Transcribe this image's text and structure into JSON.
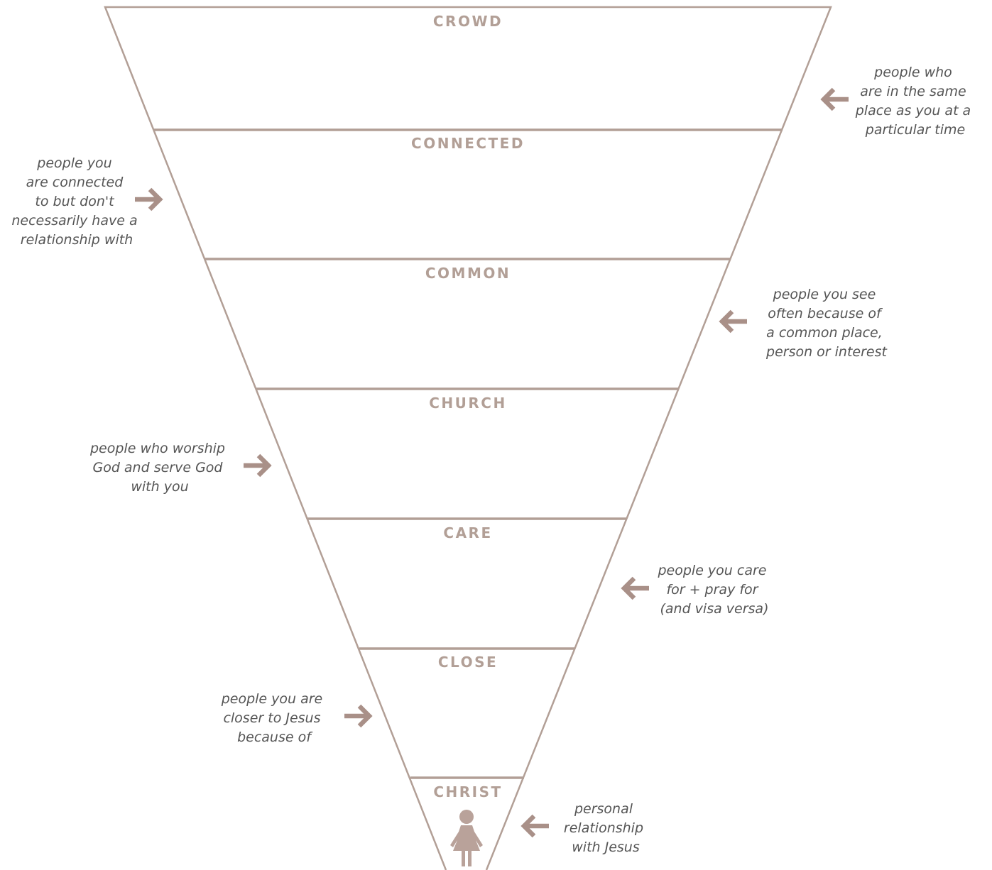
{
  "colors": {
    "funnel": "#b29f96",
    "label": "#b29f96",
    "arrow": "#a99088",
    "description_text": "#555555",
    "person_icon": "#b9a29a"
  },
  "levels": [
    {
      "label": "CROWD"
    },
    {
      "label": "CONNECTED"
    },
    {
      "label": "COMMON"
    },
    {
      "label": "CHURCH"
    },
    {
      "label": "CARE"
    },
    {
      "label": "CLOSE"
    },
    {
      "label": "CHRIST"
    }
  ],
  "descriptions": [
    {
      "side": "right",
      "lines": [
        "people who",
        "are in the same",
        "place as you at a",
        "particular time"
      ]
    },
    {
      "side": "left",
      "lines": [
        "people you",
        "are connected",
        "to but don't",
        "necessarily have a",
        "relationship with"
      ]
    },
    {
      "side": "right",
      "lines": [
        "people you see",
        "often because of",
        "a common place,",
        "person or interest"
      ]
    },
    {
      "side": "left",
      "lines": [
        "people who worship",
        "God and serve God",
        "with you"
      ]
    },
    {
      "side": "right",
      "lines": [
        "people you care",
        "for + pray for",
        "(and visa versa)"
      ]
    },
    {
      "side": "left",
      "lines": [
        "people you are",
        "closer to Jesus",
        "because of"
      ]
    },
    {
      "side": "right",
      "lines": [
        "personal",
        "relationship",
        "with Jesus"
      ]
    }
  ],
  "icons": {
    "person": "person-icon",
    "arrow_left": "arrow-left-icon",
    "arrow_right": "arrow-right-icon"
  }
}
